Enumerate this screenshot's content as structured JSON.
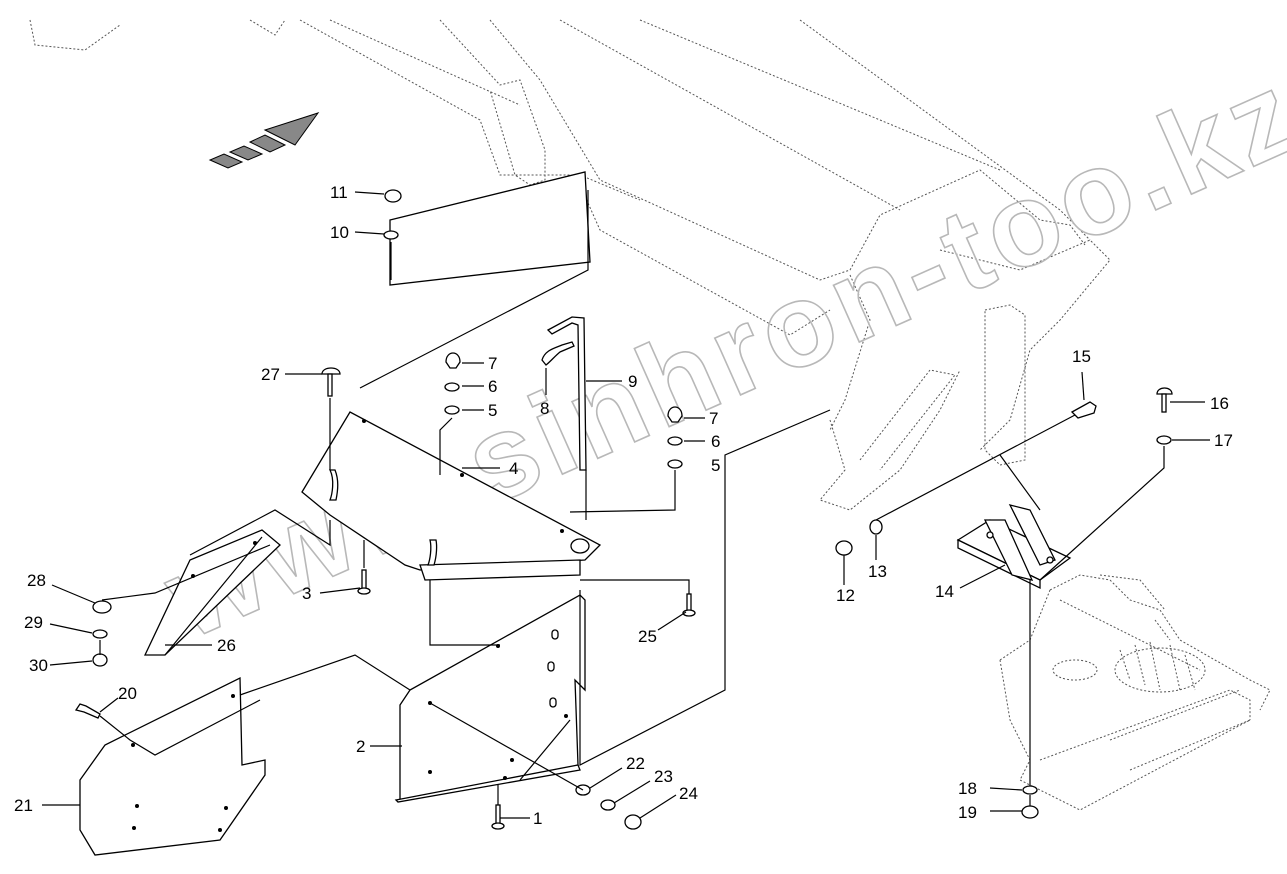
{
  "watermark": "www.sinhron-too.kz",
  "callouts": [
    {
      "id": "c1",
      "text": "1"
    },
    {
      "id": "c2",
      "text": "2"
    },
    {
      "id": "c3",
      "text": "3"
    },
    {
      "id": "c4",
      "text": "4"
    },
    {
      "id": "c5a",
      "text": "5"
    },
    {
      "id": "c5b",
      "text": "5"
    },
    {
      "id": "c6a",
      "text": "6"
    },
    {
      "id": "c6b",
      "text": "6"
    },
    {
      "id": "c7a",
      "text": "7"
    },
    {
      "id": "c7b",
      "text": "7"
    },
    {
      "id": "c8",
      "text": "8"
    },
    {
      "id": "c9",
      "text": "9"
    },
    {
      "id": "c10",
      "text": "10"
    },
    {
      "id": "c11",
      "text": "11"
    },
    {
      "id": "c12",
      "text": "12"
    },
    {
      "id": "c13",
      "text": "13"
    },
    {
      "id": "c14",
      "text": "14"
    },
    {
      "id": "c15",
      "text": "15"
    },
    {
      "id": "c16",
      "text": "16"
    },
    {
      "id": "c17",
      "text": "17"
    },
    {
      "id": "c18",
      "text": "18"
    },
    {
      "id": "c19",
      "text": "19"
    },
    {
      "id": "c20",
      "text": "20"
    },
    {
      "id": "c21",
      "text": "21"
    },
    {
      "id": "c22",
      "text": "22"
    },
    {
      "id": "c23",
      "text": "23"
    },
    {
      "id": "c24",
      "text": "24"
    },
    {
      "id": "c25",
      "text": "25"
    },
    {
      "id": "c26",
      "text": "26"
    },
    {
      "id": "c27",
      "text": "27"
    },
    {
      "id": "c28",
      "text": "28"
    },
    {
      "id": "c29",
      "text": "29"
    },
    {
      "id": "c30",
      "text": "30"
    }
  ]
}
